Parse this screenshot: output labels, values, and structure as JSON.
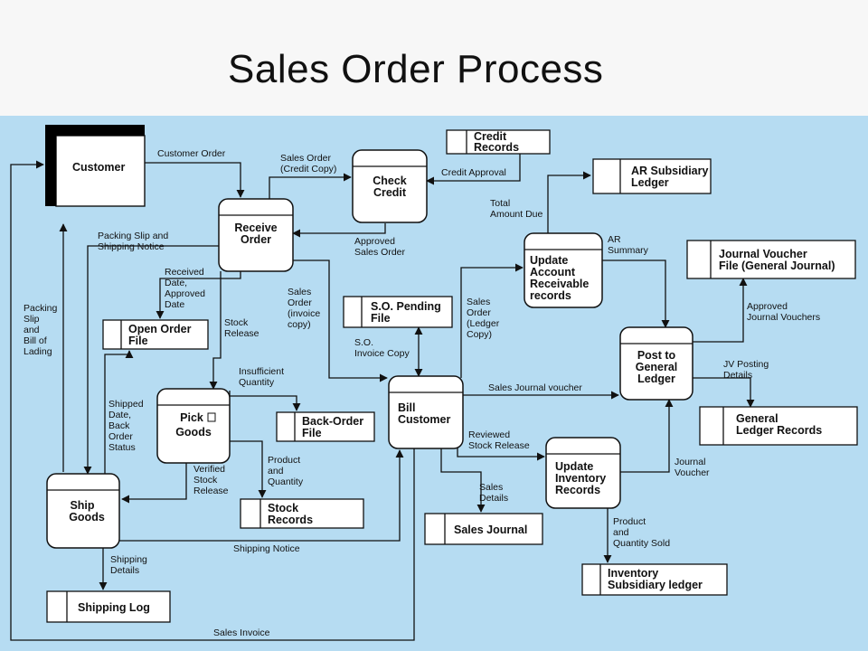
{
  "slide_title": "Sales Order Process",
  "entity": {
    "customer": "Customer"
  },
  "processes": {
    "receive_order": [
      "Receive",
      "Order"
    ],
    "check_credit": [
      "Check",
      "Credit"
    ],
    "pick_goods": [
      "Pick",
      "Goods"
    ],
    "ship_goods": [
      "Ship",
      "Goods"
    ],
    "bill_customer": [
      "Bill",
      "Customer"
    ],
    "update_ar": [
      "Update",
      "Account",
      "Receivable",
      "records"
    ],
    "post_gl": [
      "Post to",
      "General",
      "Ledger"
    ],
    "update_inventory": [
      "Update",
      "Inventory",
      "Records"
    ]
  },
  "stores": {
    "credit_records": [
      "Credit",
      "Records"
    ],
    "ar_ledger": [
      "AR Subsidiary",
      "Ledger"
    ],
    "journal_voucher": [
      "Journal Voucher",
      "File (General Journal)"
    ],
    "so_pending": [
      "S.O. Pending",
      "File"
    ],
    "open_order": [
      "Open Order",
      "File"
    ],
    "back_order": [
      "Back-Order",
      "File"
    ],
    "general_ledger": [
      "General",
      "Ledger Records"
    ],
    "stock_records": [
      "Stock",
      "Records"
    ],
    "sales_journal": [
      "Sales Journal"
    ],
    "shipping_log": [
      "Shipping Log"
    ],
    "inventory_ledger": [
      "Inventory",
      "Subsidiary ledger"
    ]
  },
  "flows": {
    "customer_order": [
      "Customer Order"
    ],
    "sales_order_credit": [
      "Sales Order",
      "(Credit Copy)"
    ],
    "credit_approval": [
      "Credit Approval"
    ],
    "approved_sales_order": [
      "Approved",
      "Sales Order"
    ],
    "packing_slip_notice": [
      "Packing Slip and",
      "Shipping Notice"
    ],
    "received_date": [
      "Received",
      "Date,",
      "Approved",
      "Date"
    ],
    "stock_release": [
      "Stock",
      "Release"
    ],
    "sales_order_invoice": [
      "Sales",
      "Order",
      "(invoice",
      "copy)"
    ],
    "total_amount_due": [
      "Total",
      "Amount Due"
    ],
    "ar_summary": [
      "AR",
      "Summary"
    ],
    "sales_order_ledger": [
      "Sales",
      "Order",
      "(Ledger",
      "Copy)"
    ],
    "so_invoice_copy": [
      "S.O.",
      "Invoice Copy"
    ],
    "approved_jv": [
      "Approved",
      "Journal Vouchers"
    ],
    "jv_posting": [
      "JV Posting",
      "Details"
    ],
    "sales_journal_voucher": [
      "Sales Journal voucher"
    ],
    "insufficient_qty": [
      "Insufficient",
      "Quantity"
    ],
    "packing_slip_bol": [
      "Packing",
      "Slip",
      "and",
      "Bill of",
      "Lading"
    ],
    "shipped_date": [
      "Shipped",
      "Date,",
      "Back",
      "Order",
      "Status"
    ],
    "verified_release": [
      "Verified",
      "Stock",
      "Release"
    ],
    "product_quantity": [
      "Product",
      "and",
      "Quantity"
    ],
    "reviewed_release": [
      "Reviewed",
      "Stock Release"
    ],
    "sales_details": [
      "Sales",
      "Details"
    ],
    "journal_voucher_flow": [
      "Journal",
      "Voucher"
    ],
    "product_qty_sold": [
      "Product",
      "and",
      "Quantity Sold"
    ],
    "shipping_notice": [
      "Shipping Notice"
    ],
    "shipping_details": [
      "Shipping",
      "Details"
    ],
    "sales_invoice": [
      "Sales Invoice"
    ]
  },
  "colors": {
    "background": "#b6dcf2",
    "title_band": "#f7f7f7",
    "line": "#111111",
    "shape_fill": "#ffffff"
  }
}
